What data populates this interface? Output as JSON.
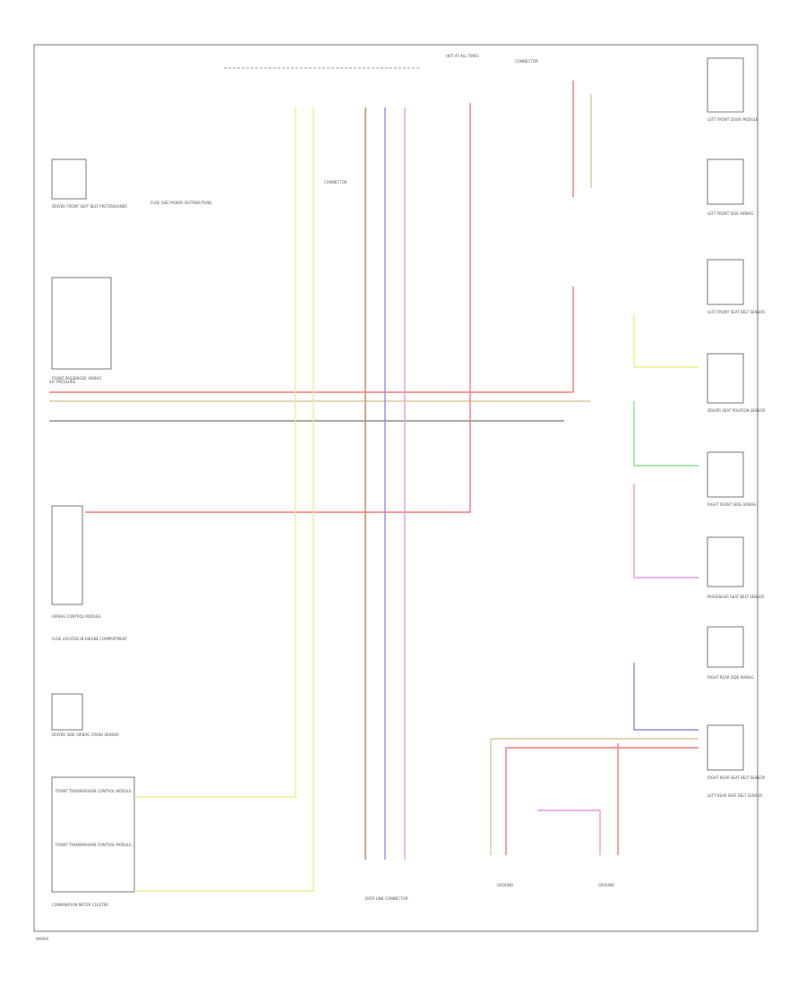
{
  "page": {
    "header_fuse": "HOT AT ALL TIMES",
    "footer_id": "W0000"
  },
  "colors": {
    "red": "#f07a7a",
    "tan": "#d9c9a0",
    "yellow": "#eeee8a",
    "blue": "#8a8ae6",
    "violet": "#e89ae8",
    "green": "#8ae08a",
    "black": "#8c8c8c",
    "brown": "#b08a5a"
  },
  "components": {
    "left_1": "DRIVER FRONT SEAT BELT PRETENSIONER",
    "fuse_note_1": "FUSE (SEE POWER DISTRIBUTION)",
    "left_2": "FRONT PASSENGER AIRBAG",
    "a_c_pressure": "A/C PRESSURE",
    "airbag_module": "AIRBAG CONTROL MODULE",
    "left_mid": "FUSE LOCATED IN ENGINE COMPARTMENT",
    "left_bottom": "DRIVER SIDE AIRBAG CRASH SENSOR",
    "trans_1": "FRONT TRANSMISSION CONTROL MODULE",
    "trans_2": "FRONT TRANSMISSION CONTROL MODULE",
    "trans_3": "COMBINATION METER CLUSTER",
    "center_bottom": "DATA LINK CONNECTOR",
    "connector_top": "CONNECTOR",
    "connector_mid": "CONNECTOR",
    "ground_1": "GROUND",
    "ground_2": "GROUND",
    "right_top": "LEFT FRONT DOOR MODULE",
    "right_1": "LEFT FRONT SIDE AIRBAG",
    "right_2": "LEFT FRONT SEAT BELT SENSOR",
    "right_3": "DRIVER SEAT POSITION SENSOR",
    "right_4": "RIGHT FRONT SIDE AIRBAG",
    "right_5": "PASSENGER SEAT BELT SENSOR",
    "right_6": "RIGHT REAR SIDE AIRBAG",
    "right_7": "RIGHT REAR SEAT BELT SENSOR",
    "right_8": "LEFT REAR SEAT BELT SENSOR"
  }
}
